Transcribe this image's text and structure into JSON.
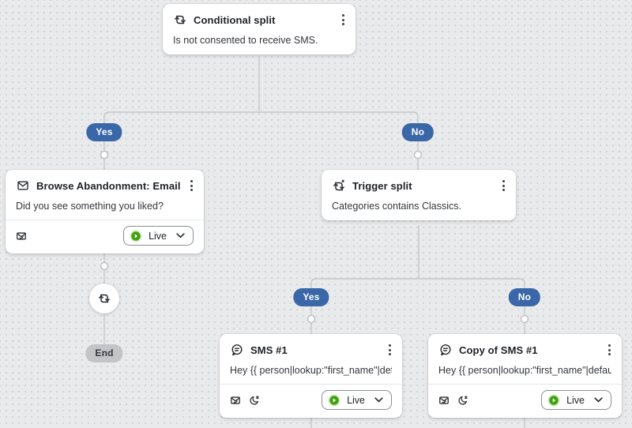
{
  "branch_labels": {
    "yes": "Yes",
    "no": "No",
    "end": "End"
  },
  "nodes": {
    "conditional_split": {
      "title": "Conditional split",
      "description": "Is not consented to receive SMS.",
      "icon": "conditional-split-icon"
    },
    "browse_abandonment_email": {
      "title": "Browse Abandonment: Email...",
      "description": "Did you see something you liked?",
      "status": "Live",
      "icon": "email-icon",
      "footer_icons": [
        "email-status-icon"
      ]
    },
    "trigger_split": {
      "title": "Trigger split",
      "description": "Categories contains Classics.",
      "icon": "trigger-split-icon"
    },
    "sms_1": {
      "title": "SMS #1",
      "description": "Hey {{ person|lookup:\"first_name\"|defaul...",
      "status": "Live",
      "icon": "sms-icon",
      "footer_icons": [
        "email-status-icon",
        "quiet-hours-icon"
      ]
    },
    "copy_of_sms_1": {
      "title": "Copy of SMS #1",
      "description": "Hey {{ person|lookup:\"first_name\"|defaul...",
      "status": "Live",
      "icon": "sms-icon",
      "footer_icons": [
        "email-status-icon",
        "quiet-hours-icon"
      ]
    },
    "inline_split_node": {
      "icon": "conditional-split-icon"
    }
  },
  "colors": {
    "branch_pill_blue": "#3a67a8",
    "end_pill_gray": "#c2c4c8",
    "live_green": "#3ea10d",
    "live_green_ring": "#cfe9bb",
    "canvas_background": "#e9eaec",
    "connector_line": "#c5c7cb",
    "card_background": "#ffffff"
  }
}
